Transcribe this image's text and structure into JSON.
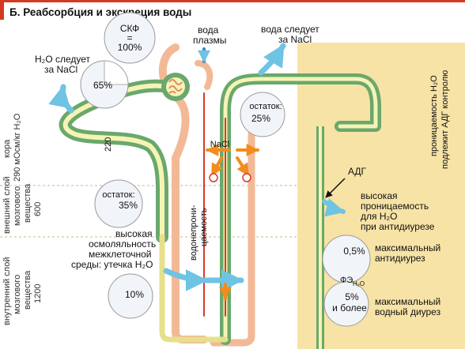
{
  "title": "Б. Реабсорбция и экскреция воды",
  "zones": {
    "cortex": [
      "кора",
      "290 мОсм/кг H₂O"
    ],
    "outer_medulla": [
      "внешний слой",
      "мозгового",
      "вещества",
      "600"
    ],
    "inner_medulla": [
      "внутренний слой",
      "мозгового",
      "вещества",
      "1200"
    ]
  },
  "labels": {
    "gfr_1": "СКФ",
    "gfr_2": "=",
    "gfr_3": "100%",
    "plasma_water_1": "вода",
    "plasma_water_2": "плазмы",
    "water_follows_nacl_1": "вода следует",
    "water_follows_nacl_2": "за NaCl",
    "h2o_follows_1": "H₂O следует",
    "h2o_follows_2": "за NaCl",
    "pct_65": "65%",
    "num_220": "220",
    "remainder_label_1": "остаток:",
    "remainder_value_1": "25%",
    "remainder_label_2": "остаток:",
    "remainder_value_2": "35%",
    "nacl": "NaCl",
    "impermeability_1": "водонепрони-",
    "impermeability_2": "цаемость",
    "high_osm_1": "высокая",
    "high_osm_2": "осмоляльность",
    "high_osm_3": "межклеточной",
    "high_osm_4": "среды: утечка H₂O",
    "pct_10": "10%",
    "adh": "АДГ",
    "adh_perm_1": "высокая",
    "adh_perm_2": "проницаемость",
    "adh_perm_3": "для H₂O",
    "adh_perm_4": "при антидиурезе",
    "duct_note_1": "проницаемость H₂O",
    "duct_note_2": "подлежит АДГ контролю",
    "pct_05": "0,5%",
    "max_antidiuresis_1": "максимальный",
    "max_antidiuresis_2": "антидиурез",
    "fe_label": "ФЭ",
    "fe_sub": "H₂O",
    "pct_5_1": "5%",
    "pct_5_2": "и более",
    "max_diuresis_1": "максимальный",
    "max_diuresis_2": "водный диурез"
  },
  "colors": {
    "title_bar": "#d43a1f",
    "collecting_duct_panel": "#f7e3a6",
    "tubule_green": "#6aa86b",
    "tubule_core": "#f6f3b6",
    "vessel": "#f3b996",
    "vessel_red": "#d33b2a",
    "arrow_blue": "#6fc3e3",
    "arrow_orange": "#f28c1e",
    "circle_fill": "#f1f5fa",
    "circle_stroke": "#9a9a9a"
  }
}
